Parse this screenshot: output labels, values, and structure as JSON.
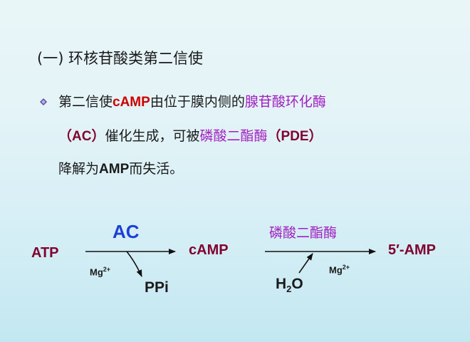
{
  "slide": {
    "title": "(一) 环核苷酸类第二信使",
    "bullet": {
      "l1_a": "第二信使",
      "l1_camp": "cAMP",
      "l1_b": "由位于膜内侧的",
      "l1_ac_name": "腺苷酸环化酶",
      "l2_open": "（",
      "l2_ac": "AC",
      "l2_close": "）",
      "l2_b": "催化生成，可被",
      "l2_pde_name": "磷酸二酯酶",
      "l2_open2": "（",
      "l2_pde": "PDE",
      "l2_close2": "）",
      "l3_a": "降解为",
      "l3_amp": "AMP",
      "l3_b": "而失活。"
    }
  },
  "diagram": {
    "substrate": "ATP",
    "enzyme1": "AC",
    "product1": "cAMP",
    "cofactor1_base": "Mg",
    "cofactor1_charge": "2+",
    "byproduct": "PPi",
    "enzyme2": "磷酸二酯酶",
    "product2": "5′-AMP",
    "water_h": "H",
    "water_sub": "2",
    "water_o": "O",
    "cofactor2_base": "Mg",
    "cofactor2_charge": "2+"
  },
  "colors": {
    "bullet_marker": "#5a4aa0",
    "camp_highlight": "#cc0000",
    "enzyme_names": "#a020c0",
    "acronyms": "#800030",
    "ac_label": "#1c3fd8"
  },
  "icons": {
    "bullet": "diamond-bullet-icon"
  }
}
